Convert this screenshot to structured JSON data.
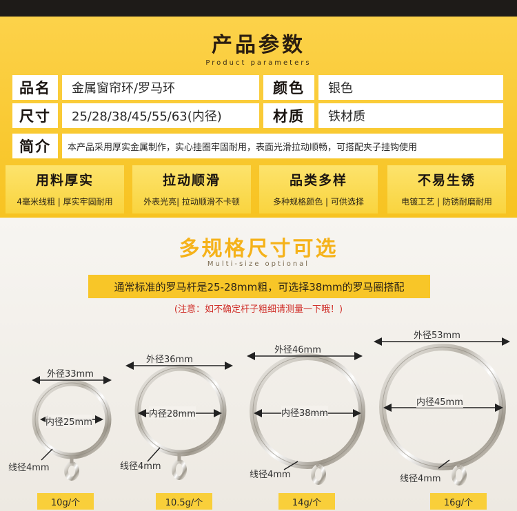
{
  "params": {
    "title": "产品参数",
    "subtitle": "Product parameters",
    "name_label": "品名",
    "name_value": "金属窗帘环/罗马环",
    "color_label": "颜色",
    "color_value": "银色",
    "size_label": "尺寸",
    "size_value": "25/28/38/45/55/63(内径)",
    "material_label": "材质",
    "material_value": "铁材质",
    "intro_label": "简介",
    "intro_value": "本产品采用厚实金属制作，实心挂圈牢固耐用，表面光滑拉动顺畅，可搭配夹子挂钩使用"
  },
  "features": [
    {
      "title": "用料厚实",
      "desc": "4毫米线粗 | 厚实牢固耐用"
    },
    {
      "title": "拉动顺滑",
      "desc": "外表光亮| 拉动顺滑不卡顿"
    },
    {
      "title": "品类多样",
      "desc": "多种规格颜色 | 可供选择"
    },
    {
      "title": "不易生锈",
      "desc": "电镀工艺 | 防锈耐磨耐用"
    }
  ],
  "sizes_section": {
    "title": "多规格尺寸可选",
    "subtitle": "Multi-size optional",
    "banner": "通常标准的罗马杆是25-28mm粗，可选择38mm的罗马圈搭配",
    "note": "(注意：如不确定杆子粗细请测量一下哦！)"
  },
  "rings": [
    {
      "outer": "外径33mm",
      "inner": "内径25mm",
      "wire": "线径4mm",
      "weight": "10g/个"
    },
    {
      "outer": "外径36mm",
      "inner": "内径28mm",
      "wire": "线径4mm",
      "weight": "10.5g/个"
    },
    {
      "outer": "外径46mm",
      "inner": "内径38mm",
      "wire": "线径4mm",
      "weight": "14g/个"
    },
    {
      "outer": "外径53mm",
      "inner": "内径45mm",
      "wire": "线径4mm",
      "weight": "16g/个"
    }
  ],
  "colors": {
    "accent_yellow": "#f8c628",
    "title_orange": "#f5b21a",
    "note_red": "#d0302a"
  }
}
